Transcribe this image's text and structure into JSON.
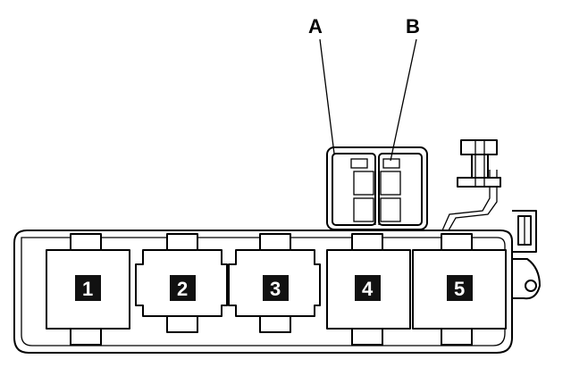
{
  "callouts": {
    "a": "A",
    "b": "B"
  },
  "relays": [
    {
      "label": "1"
    },
    {
      "label": "2"
    },
    {
      "label": "3"
    },
    {
      "label": "4"
    },
    {
      "label": "5"
    }
  ]
}
